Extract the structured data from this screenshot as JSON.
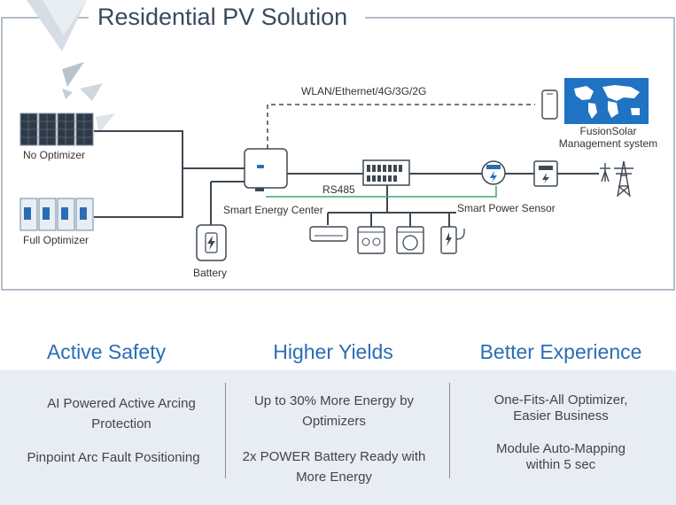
{
  "title": "Residential PV Solution",
  "labels": {
    "no_optimizer": "No Optimizer",
    "full_optimizer": "Full Optimizer",
    "battery": "Battery",
    "smart_energy_center": "Smart Energy Center",
    "rs485": "RS485",
    "network": "WLAN/Ethernet/4G/3G/2G",
    "smart_power_sensor": "Smart Power Sensor",
    "fusionsolar_line1": "FusionSolar",
    "fusionsolar_line2": "Management system"
  },
  "features": [
    {
      "heading": "Active Safety",
      "items": [
        "AI Powered Active Arcing Protection",
        "Pinpoint Arc Fault Positioning"
      ]
    },
    {
      "heading": "Higher Yields",
      "items": [
        "Up to 30% More Energy by Optimizers",
        "2x POWER Battery Ready with More Energy"
      ]
    },
    {
      "heading": "Better Experience",
      "items": [
        "One-Fits-All Optimizer, Easier Business",
        "Module Auto-Mapping within 5 sec"
      ]
    }
  ],
  "colors": {
    "frame": "#9aa8b6",
    "line": "#3e4852",
    "rs485": "#3aa76d",
    "accent": "#2a6db5",
    "band": "#e8edf3"
  }
}
